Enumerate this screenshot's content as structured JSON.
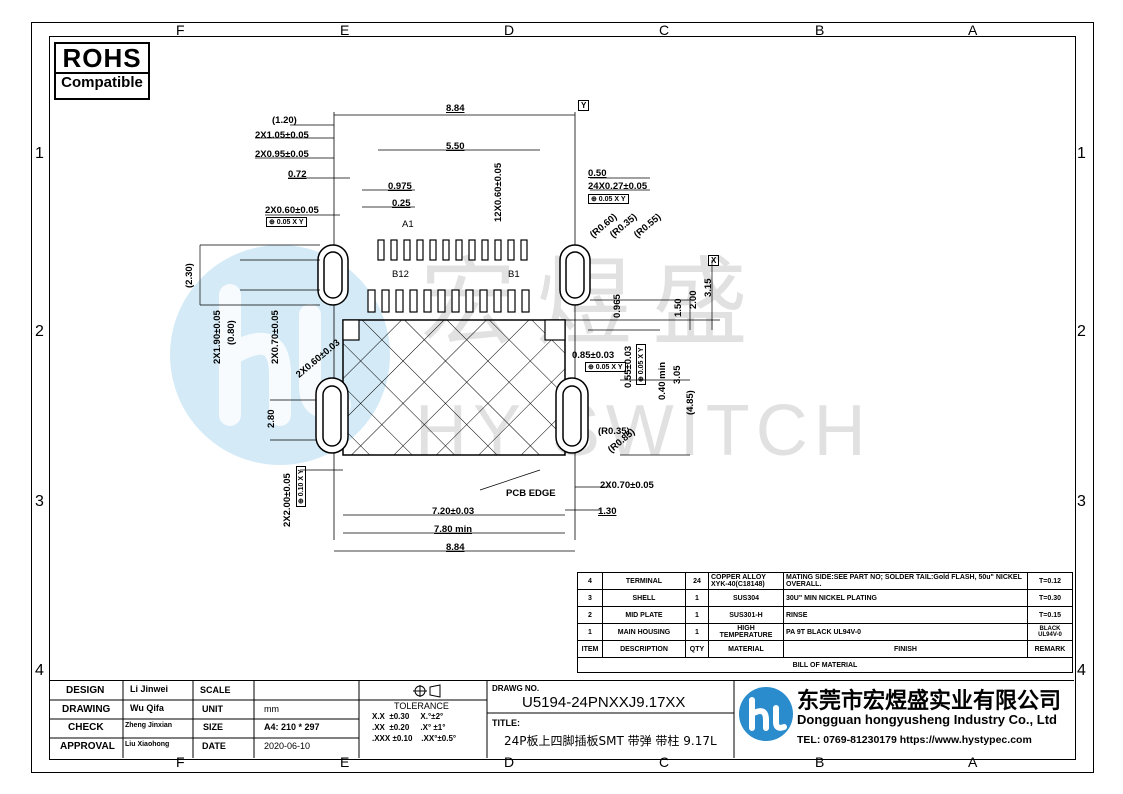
{
  "zones": {
    "letters": [
      "F",
      "E",
      "D",
      "C",
      "B",
      "A"
    ],
    "numbers": [
      "1",
      "2",
      "3",
      "4"
    ]
  },
  "rohs": {
    "title": "ROHS",
    "subtitle": "Compatible"
  },
  "watermark": {
    "cn": "宏煜盛",
    "en": "HY SWITCH"
  },
  "dims": {
    "d120": "(1.20)",
    "d2x105": "2X1.05±0.05",
    "d2x095": "2X0.95±0.05",
    "d072": "0.72",
    "d884top": "8.84",
    "d550": "5.50",
    "d0975": "0.975",
    "d025": "0.25",
    "d2x060": "2X0.60±0.05",
    "tol005": "⊕ 0.05 X Y",
    "dA1": "A1",
    "dB12": "B12",
    "dB1": "B1",
    "d12x": "12X0.60±0.05",
    "d050": "0.50",
    "d24x": "24X0.27±0.05",
    "tol005b": "⊕ 0.05 X Y",
    "dR060": "(R0.60)",
    "dR035": "(R0.35)",
    "dR055": "(R0.55)",
    "d230": "(2.30)",
    "d2x190": "2X1.90±0.05",
    "d080": "(0.80)",
    "d2x070v": "2X0.70±0.05",
    "d2x060r": "2X0.60±0.03",
    "d0965": "0.965",
    "d150": "1.50",
    "d200": "2.00",
    "d315": "3.15",
    "d085": "0.85±0.03",
    "tol005c": "⊕ 0.05 X Y",
    "d055": "0.55±0.03",
    "tol005d": "⊕ 0.05 X Y",
    "d040": "0.40 min",
    "d305": "3.05",
    "d485": "(4.85)",
    "d280": "2.80",
    "dR035b": "(R0.35)",
    "dR085": "(R0.85)",
    "dPCB": "PCB EDGE",
    "d2x070h": "2X0.70±0.05",
    "d2x200": "2X2.00±0.05",
    "tol010": "⊕ 0.10 X Y",
    "d720": "7.20±0.03",
    "d130": "1.30",
    "d780": "7.80 min",
    "d884bot": "8.84",
    "xlabel": "X",
    "ylabel": "Y"
  },
  "bom": {
    "rows": [
      {
        "item": "4",
        "desc": "TERMINAL",
        "qty": "24",
        "material": "COPPER ALLOY XYK-40(C18148)",
        "finish": "MATING SIDE:SEE PART NO; SOLDER TAIL:Gold FLASH, 50u\" NICKEL OVERALL.",
        "remark": "T=0.12"
      },
      {
        "item": "3",
        "desc": "SHELL",
        "qty": "1",
        "material": "SUS304",
        "finish": "30U\" MIN NICKEL PLATING",
        "remark": "T=0.30"
      },
      {
        "item": "2",
        "desc": "MID PLATE",
        "qty": "1",
        "material": "SUS301-H",
        "finish": "RINSE",
        "remark": "T=0.15"
      },
      {
        "item": "1",
        "desc": "MAIN HOUSING",
        "qty": "1",
        "material": "HIGH TEMPERATURE",
        "finish": "PA 9T BLACK UL94V-0",
        "remark": "BLACK UL94V-0"
      }
    ],
    "header": {
      "item": "ITEM",
      "desc": "DESCRIPTION",
      "qty": "QTY",
      "material": "MATERIAL",
      "finish": "FINISH",
      "remark": "REMARK"
    },
    "footer": "BILL OF MATERIAL"
  },
  "titleblock": {
    "design_l": "DESIGN",
    "design_v": "Li Jinwei",
    "scale_l": "SCALE",
    "drawing_l": "DRAWING",
    "drawing_v": "Wu Qifa",
    "unit_l": "UNIT",
    "unit_v": "mm",
    "check_l": "CHECK",
    "check_v": "Zheng Jinxian",
    "size_l": "SIZE",
    "size_v": "A4: 210 * 297",
    "approval_l": "APPROVAL",
    "approval_v": "Liu Xiaohong",
    "date_l": "DATE",
    "date_v": "2020-06-10",
    "tolerance_l": "TOLERANCE",
    "tol1": "X.X  ±0.30     X.°±2°",
    "tol2": ".XX  ±0.20     .X° ±1°",
    "tol3": ".XXX ±0.10    .XX°±0.5°",
    "dwgno_l": "DRAWG NO.",
    "dwgno_v": "U5194-24PNXXJ9.17XX",
    "title_l": "TITLE:",
    "title_v": "24P板上四脚插板SMT 带弹 带柱 9.17L",
    "company_cn": "东莞市宏煜盛实业有限公司",
    "company_en": "Dongguan hongyusheng Industry Co., Ltd",
    "contact": "TEL: 0769-81230179  https://www.hystypec.com"
  }
}
